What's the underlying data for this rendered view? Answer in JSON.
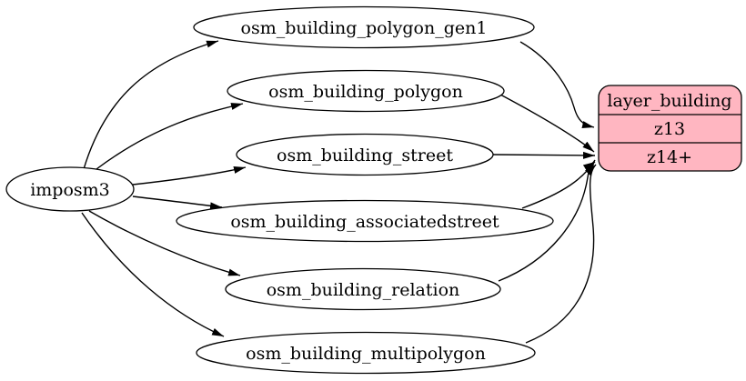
{
  "diagram": {
    "type": "graphviz-flow",
    "background": "#ffffff",
    "edge_color": "#000000",
    "source_node": {
      "label": "imposm3"
    },
    "table_nodes": [
      {
        "label": "osm_building_polygon_gen1"
      },
      {
        "label": "osm_building_polygon"
      },
      {
        "label": "osm_building_street"
      },
      {
        "label": "osm_building_associatedstreet"
      },
      {
        "label": "osm_building_relation"
      },
      {
        "label": "osm_building_multipolygon"
      }
    ],
    "layer_node": {
      "title": "layer_building",
      "rows": [
        "z13",
        "z14+"
      ],
      "fill": "#ffb6c1",
      "border": "#000000"
    },
    "edges": [
      {
        "from": "imposm3",
        "to": "osm_building_polygon_gen1"
      },
      {
        "from": "imposm3",
        "to": "osm_building_polygon"
      },
      {
        "from": "imposm3",
        "to": "osm_building_street"
      },
      {
        "from": "imposm3",
        "to": "osm_building_associatedstreet"
      },
      {
        "from": "imposm3",
        "to": "osm_building_relation"
      },
      {
        "from": "imposm3",
        "to": "osm_building_multipolygon"
      },
      {
        "from": "osm_building_polygon_gen1",
        "to": "layer_building",
        "target_row": "z13"
      },
      {
        "from": "osm_building_polygon",
        "to": "layer_building",
        "target_row": "z14+"
      },
      {
        "from": "osm_building_street",
        "to": "layer_building",
        "target_row": "z14+"
      },
      {
        "from": "osm_building_associatedstreet",
        "to": "layer_building",
        "target_row": "z14+"
      },
      {
        "from": "osm_building_relation",
        "to": "layer_building",
        "target_row": "z14+"
      },
      {
        "from": "osm_building_multipolygon",
        "to": "layer_building",
        "target_row": "z14+"
      }
    ]
  }
}
